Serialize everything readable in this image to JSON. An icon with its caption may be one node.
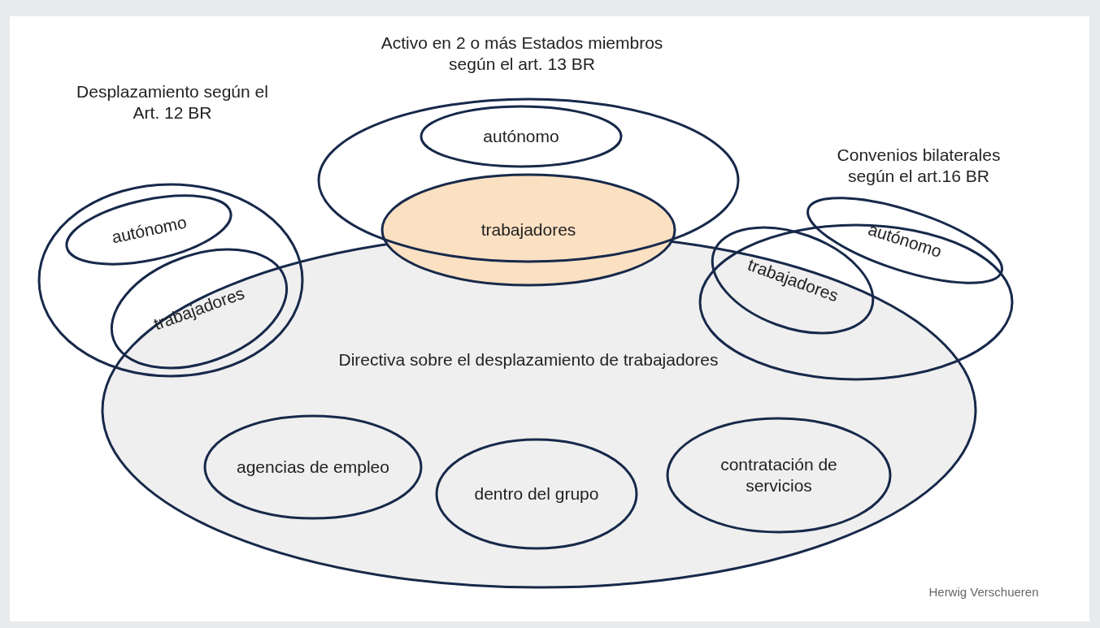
{
  "diagram": {
    "nodes": [
      {
        "text": [
          "Desplazamiento según el Art. 12 BR"
        ]
      },
      {
        "text": [
          "autónomo"
        ],
        "in": 0
      },
      {
        "text": [
          "trabajadores"
        ]
      },
      {
        "text": [
          "Activo en 2 o más Estados miembros según el art. 13 BR"
        ]
      },
      {
        "text": [
          "autónomo"
        ],
        "in": 3
      },
      {
        "text": [
          "trabajadores"
        ]
      },
      {
        "text": [
          "Convenios bilaterales según el art.16 BR"
        ]
      },
      {
        "text": [
          "autónomo"
        ]
      },
      {
        "text": [
          "trabajadores"
        ],
        "in": 6
      },
      {
        "text": [
          "Directiva sobre el desplazamiento de trabajadores"
        ]
      },
      {
        "text": [
          "agencias de empleo"
        ],
        "in": 9
      },
      {
        "text": [
          "dentro del grupo"
        ],
        "in": 9
      },
      {
        "text": [
          "contratación de servicios"
        ],
        "in": 9
      }
    ],
    "labels": [
      "Herwig Verschueren"
    ]
  }
}
